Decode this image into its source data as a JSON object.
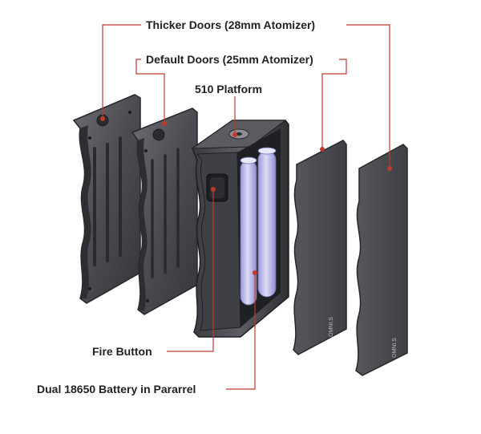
{
  "labels": {
    "thicker_doors": "Thicker Doors (28mm Atomizer)",
    "default_doors": "Default Doors (25mm Atomizer)",
    "platform": "510 Platform",
    "fire_button": "Fire Button",
    "battery": "Dual 18650 Battery in Pararrel"
  },
  "door_branding": {
    "front_left": "OMNI.S",
    "front_right": "OMNI.S"
  },
  "colors": {
    "leader_line": "#c0392b",
    "leader_dot": "#c0392b",
    "panel": "#4a4c52",
    "panel_edge": "#2b2c30",
    "battery": "#c9c8ee",
    "text": "#222222"
  }
}
